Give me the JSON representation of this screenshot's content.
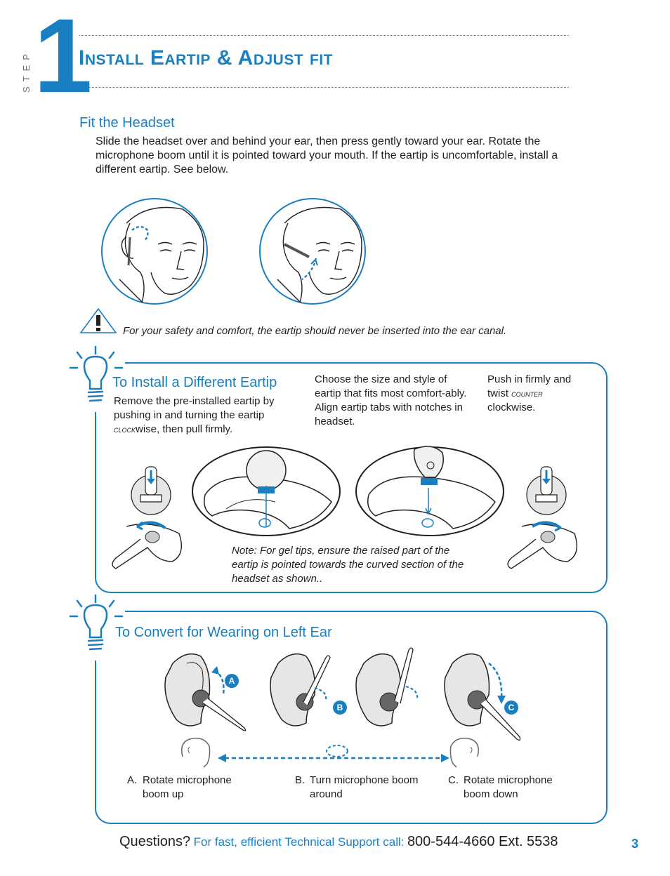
{
  "header": {
    "step_label": "STEP",
    "step_number": "1",
    "title": "Install Eartip & Adjust fit"
  },
  "fit": {
    "heading": "Fit the Headset",
    "body": "Slide the headset over and behind your ear, then press gently toward your ear. Rotate the microphone boom until it is pointed toward your mouth. If the eartip is uncomfortable, install a different eartip. See below.",
    "warning": "For your safety and comfort, the eartip should never be inserted into the ear canal."
  },
  "install": {
    "heading": "To Install a Different Eartip",
    "step1_a": "Remove the pre-installed eartip by pushing in and turning the eartip ",
    "step1_b": "clock",
    "step1_c": "wise, then pull firmly.",
    "step2": "Choose the size and style of eartip that fits most comfort-ably. Align eartip tabs with notches in headset.",
    "step3_a": "Push in firmly and twist ",
    "step3_b": "counter",
    "step3_c": " clockwise.",
    "note": "Note: For gel tips, ensure the raised part of the eartip is pointed towards the curved section of the headset as shown.."
  },
  "convert": {
    "heading": "To Convert for Wearing on Left Ear",
    "badge_a": "A",
    "badge_b": "B",
    "badge_c": "C",
    "cap_a_letter": "A.",
    "cap_a": "Rotate microphone boom up",
    "cap_b_letter": "B.",
    "cap_b": "Turn microphone boom around",
    "cap_c_letter": "C.",
    "cap_c": "Rotate microphone boom down"
  },
  "footer": {
    "questions": "Questions?",
    "support": "For fast, efficient Technical Support call:",
    "phone": "800-544-4660 Ext. 5538",
    "page": "3"
  },
  "colors": {
    "accent": "#1a7fc1",
    "text": "#231f20"
  }
}
